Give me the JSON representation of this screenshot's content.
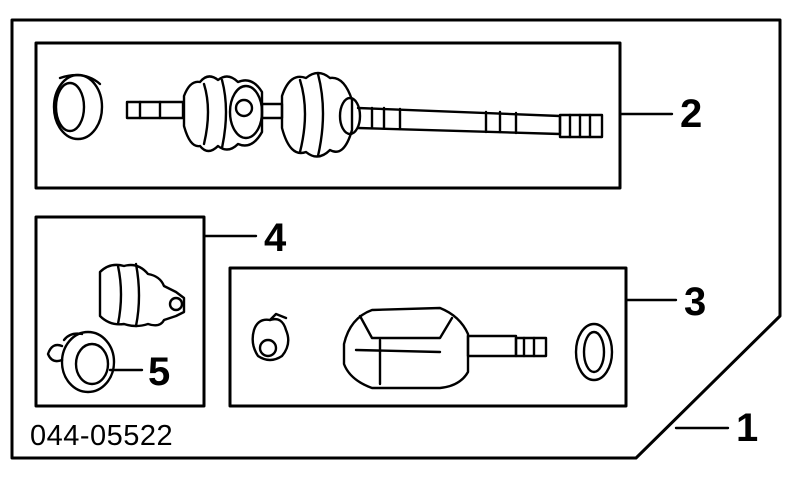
{
  "diagram": {
    "callouts": [
      "1",
      "2",
      "3",
      "4",
      "5"
    ],
    "part_number": "044-05522"
  },
  "colors": {
    "line": "#000000",
    "background": "#ffffff"
  }
}
